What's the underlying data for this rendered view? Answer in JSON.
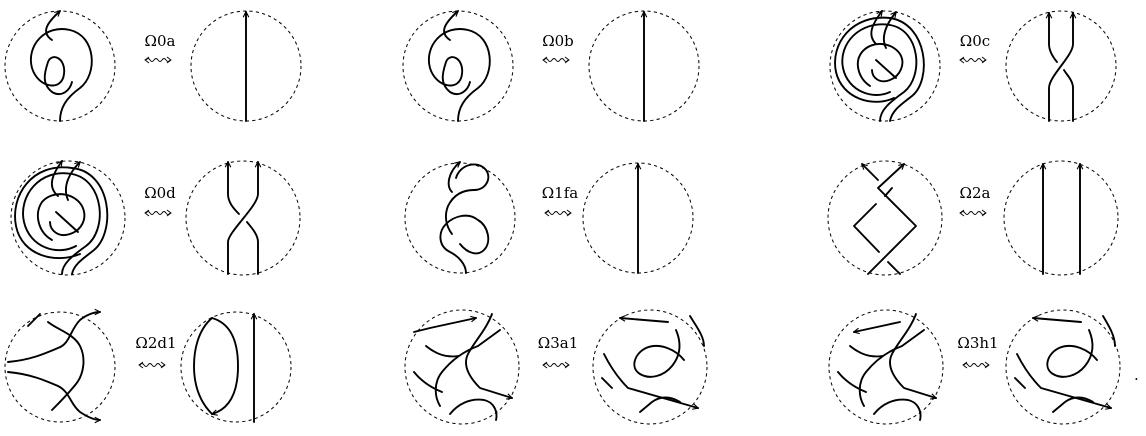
{
  "moves": [
    {
      "id": "o0a",
      "label": "Ω0a"
    },
    {
      "id": "o0b",
      "label": "Ω0b"
    },
    {
      "id": "o0c",
      "label": "Ω0c"
    },
    {
      "id": "o0d",
      "label": "Ω0d"
    },
    {
      "id": "o1fa",
      "label": "Ω1fa"
    },
    {
      "id": "o2a",
      "label": "Ω2a"
    },
    {
      "id": "o2d1",
      "label": "Ω2d1"
    },
    {
      "id": "o3a1",
      "label": "Ω3a1"
    },
    {
      "id": "o3h1",
      "label": "Ω3h1"
    }
  ],
  "relation_symbol": "two-headed squiggly arrow",
  "trailing_punctuation": "."
}
